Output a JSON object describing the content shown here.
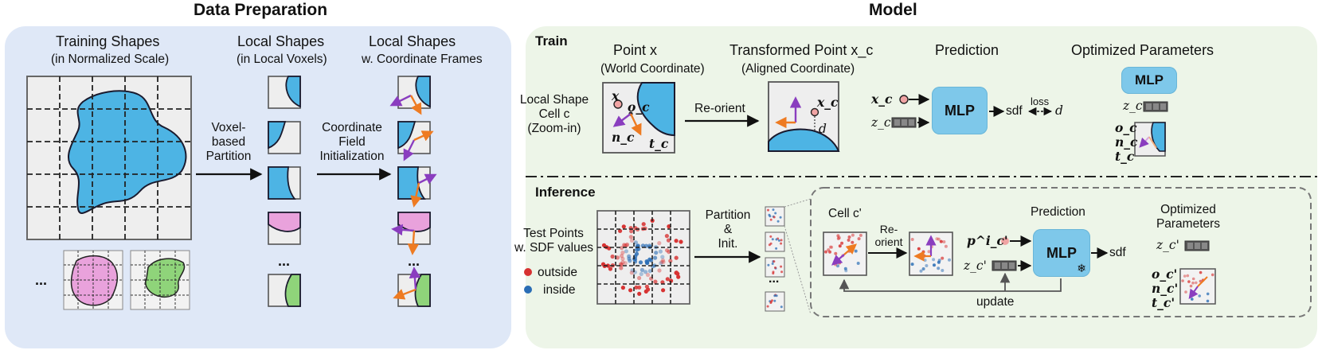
{
  "titles": {
    "data_preparation": "Data Preparation",
    "model": "Model"
  },
  "data_prep": {
    "training_shapes": "Training Shapes",
    "training_shapes_sub": "(in Normalized Scale)",
    "local_shapes": "Local Shapes",
    "local_shapes_sub": "(in Local Voxels)",
    "local_shapes_frames": "Local Shapes",
    "local_shapes_frames_sub": "w. Coordinate Frames",
    "arrow1_lines": [
      "Voxel-",
      "based",
      "Partition"
    ],
    "arrow2_lines": [
      "Coordinate",
      "Field",
      "Initialization"
    ],
    "ellipsis": "...",
    "dots": "..."
  },
  "train": {
    "section": "Train",
    "cell_label_lines": [
      "Local Shape",
      "Cell c",
      "(Zoom-in)"
    ],
    "point_title": "Point x",
    "point_sub": "(World Coordinate)",
    "reorient": "Re-orient",
    "transformed_title": "Transformed Point x_c",
    "transformed_sub": "(Aligned Coordinate)",
    "prediction": "Prediction",
    "optimized": "Optimized Parameters",
    "mlp": "MLP",
    "sdf": "sdf",
    "loss": "loss",
    "d": "d",
    "x": "x",
    "o_c": "o_c",
    "n_c": "n_c",
    "t_c": "t_c",
    "x_c": "x_c",
    "z_c": "z_c"
  },
  "inference": {
    "section": "Inference",
    "test_points_lines": [
      "Test Points",
      "w. SDF values"
    ],
    "legend_outside": "outside",
    "legend_inside": "inside",
    "partition_lines": [
      "Partition",
      "&",
      "Init."
    ],
    "cell_label": "Cell c'",
    "reorient_lines": [
      "Re-",
      "orient"
    ],
    "prediction": "Prediction",
    "optimized_lines": [
      "Optimized",
      "Parameters"
    ],
    "mlp": "MLP",
    "sdf": "sdf",
    "update": "update",
    "p_label": "p^i_c'",
    "z_label": "z_c'",
    "o_label": "o_c'",
    "n_label": "n_c'",
    "t_label": "t_c'",
    "ellipsis": "..."
  },
  "colors": {
    "left_panel": "#dfe8f7",
    "right_panel": "#edf5e8",
    "shape_blue": "#4db4e4",
    "shape_pink": "#e9a2dc",
    "shape_green": "#8fd47a",
    "mlp": "#7ec8ea",
    "outside_dot": "#d73232",
    "inside_dot": "#2a6db5",
    "frame_purple": "#8a3dbf",
    "frame_orange": "#ee7b22"
  }
}
